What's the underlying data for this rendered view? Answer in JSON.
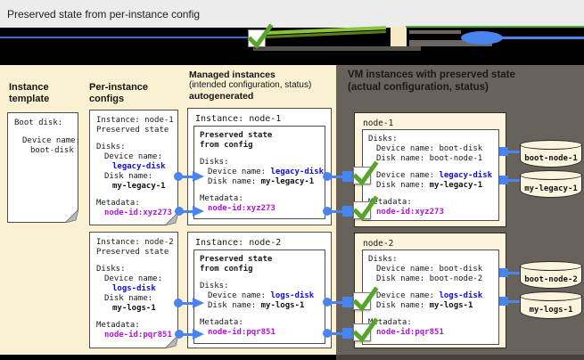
{
  "titlebar": {
    "title": "Preserved state from per-instance config"
  },
  "left": {
    "col1_header": "Instance template",
    "col2_header": "Per-instance configs",
    "col3_header": {
      "bold1": "Managed instances",
      "normal": "(intended configuration, status)",
      "bold2": "autogenerated"
    },
    "template_box": {
      "line1": "Boot disk:",
      "line2": "Device name:",
      "line3": "boot-disk"
    },
    "configs": [
      {
        "instance": "Instance: node-1",
        "state": "Preserved state",
        "disks_label": "Disks:",
        "device_label": "Device name:",
        "device_value": "legacy-disk",
        "disk_label": "Disk name:",
        "disk_value": "my-legacy-1",
        "meta_label": "Metadata:",
        "meta_value": "node-id:xyz273"
      },
      {
        "instance": "Instance: node-2",
        "state": "Preserved state",
        "disks_label": "Disks:",
        "device_label": "Device name:",
        "device_value": "logs-disk",
        "disk_label": "Disk name:",
        "disk_value": "my-logs-1",
        "meta_label": "Metadata:",
        "meta_value": "node-id:pqr851"
      }
    ],
    "managed": [
      {
        "title": "Instance: node-1",
        "state1": "Preserved state",
        "state2": "from config",
        "disks_label": "Disks:",
        "device_label": "Device name: ",
        "device_value": "legacy-disk",
        "disk_label": "Disk name: ",
        "disk_value": "my-legacy-1",
        "meta_label": "Metadata:",
        "meta_value": "node-id:xyz273"
      },
      {
        "title": "Instance: node-2",
        "state1": "Preserved state",
        "state2": "from config",
        "disks_label": "Disks:",
        "device_label": "Device name: ",
        "device_value": "logs-disk",
        "disk_label": "Disk name: ",
        "disk_value": "my-logs-1",
        "meta_label": "Metadata:",
        "meta_value": "node-id:pqr851"
      }
    ]
  },
  "right": {
    "header_line1": "VM instances with preserved state",
    "header_line2": "(actual configuration, status)",
    "nodes": [
      {
        "title": "node-1",
        "disks_label": "Disks:",
        "boot_device": "Device name: boot-disk",
        "boot_disk": "Disk name: boot-node-1",
        "device_label": "Device name: ",
        "device_value": "legacy-disk",
        "disk_label": "Disk name: ",
        "disk_value": "my-legacy-1",
        "meta_label": "Metadata:",
        "meta_value": "node-id:xyz273"
      },
      {
        "title": "node-2",
        "disks_label": "Disks:",
        "boot_device": "Device name: boot-disk",
        "boot_disk": "Disk name: boot-node-2",
        "device_label": "Device name: ",
        "device_value": "logs-disk",
        "disk_label": "Disk name: ",
        "disk_value": "my-logs-1",
        "meta_label": "Metadata:",
        "meta_value": "node-id:pqr851"
      }
    ],
    "disks": [
      "boot-node-1",
      "my-legacy-1",
      "boot-node-2",
      "my-logs-1"
    ]
  },
  "colors": {
    "accent_blue": "#4a84ee",
    "device_blue": "#0d0de0",
    "metadata_magenta": "#b312dd",
    "check_green": "#58a42b",
    "panel_beige": "#faf1d2",
    "node_cream": "#fdf4de",
    "dark_panel": "#67625b"
  }
}
